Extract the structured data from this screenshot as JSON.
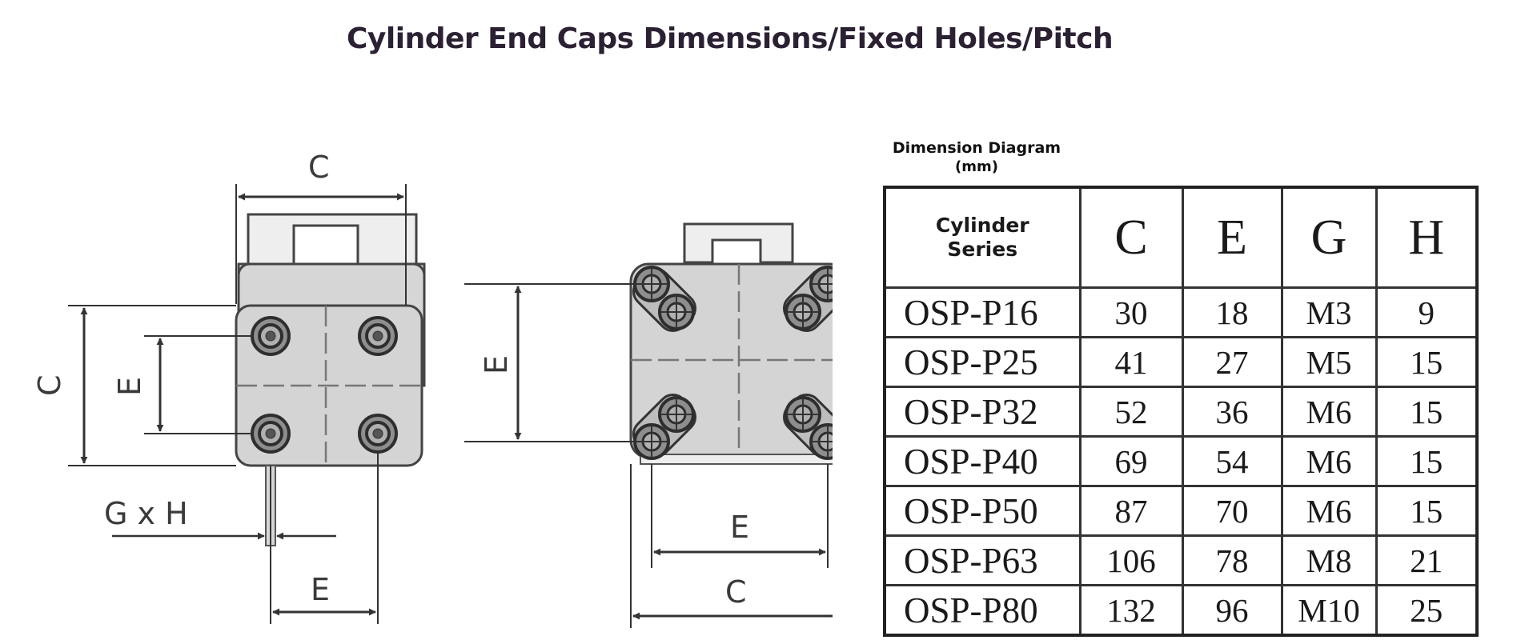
{
  "title": "Cylinder End Caps Dimensions/Fixed Holes/Pitch",
  "diagram": {
    "side_view": {
      "top_label": "C",
      "left_outer_label": "C",
      "left_inner_label": "E",
      "thread_label": "G x H",
      "bottom_label": "E"
    },
    "front_view": {
      "left_label": "E",
      "inner_bottom_label": "E",
      "outer_bottom_label": "C"
    }
  },
  "table_caption": {
    "line1": "Dimension Diagram",
    "line2": "(mm)"
  },
  "table": {
    "headers": [
      "Cylinder Series",
      "C",
      "E",
      "G",
      "H"
    ],
    "rows": [
      [
        "OSP-P16",
        "30",
        "18",
        "M3",
        "9"
      ],
      [
        "OSP-P25",
        "41",
        "27",
        "M5",
        "15"
      ],
      [
        "OSP-P32",
        "52",
        "36",
        "M6",
        "15"
      ],
      [
        "OSP-P40",
        "69",
        "54",
        "M6",
        "15"
      ],
      [
        "OSP-P50",
        "87",
        "70",
        "M6",
        "15"
      ],
      [
        "OSP-P63",
        "106",
        "78",
        "M8",
        "21"
      ],
      [
        "OSP-P80",
        "132",
        "96",
        "M10",
        "25"
      ]
    ]
  }
}
